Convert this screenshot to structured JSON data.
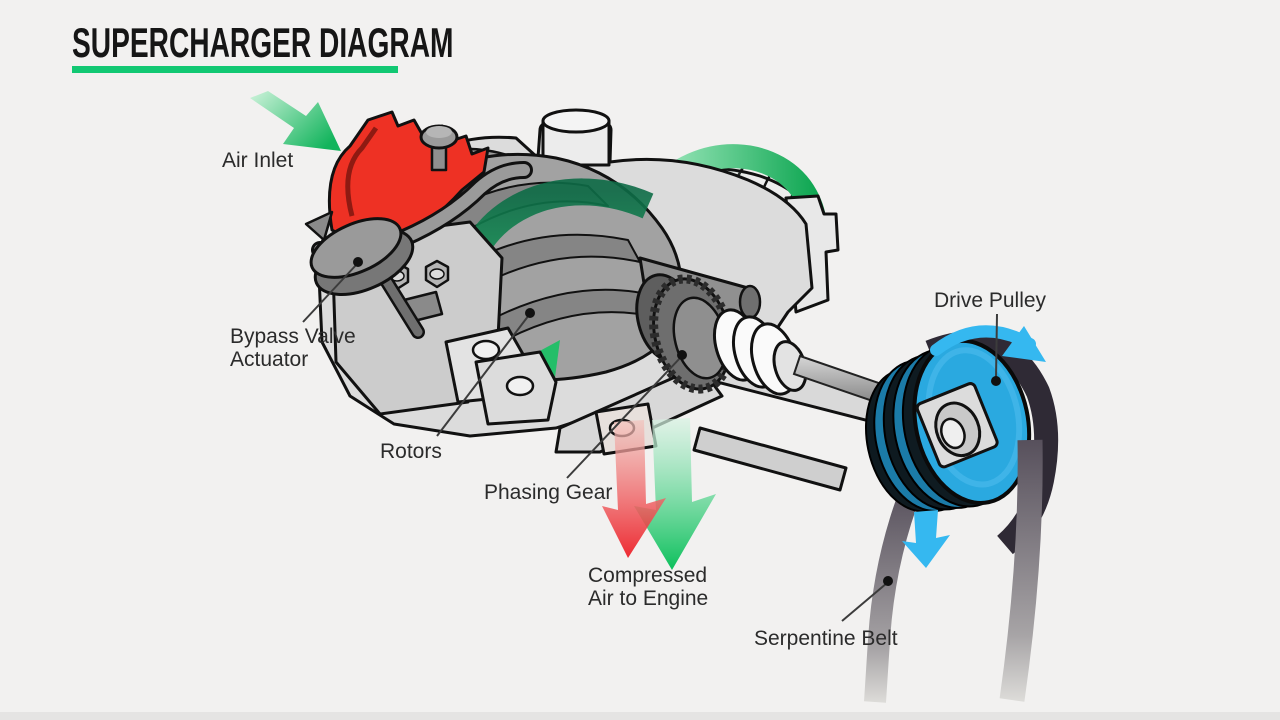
{
  "header": {
    "title": "SUPERCHARGER DIAGRAM"
  },
  "labels": {
    "air_inlet": "Air Inlet",
    "bypass_valve": {
      "line1": "Bypass Valve",
      "line2": "Actuator"
    },
    "rotors": "Rotors",
    "phasing_gear": "Phasing Gear",
    "compressed_air": {
      "line1": "Compressed",
      "line2": "Air to Engine"
    },
    "drive_pulley": "Drive Pulley",
    "serpentine_belt": "Serpentine Belt"
  },
  "colors": {
    "background": "#f2f1f0",
    "title_text": "#161616",
    "title_underline": "#12c873",
    "label_text": "#2b2b2b",
    "airflow_green": "#14b45c",
    "airflow_green_dark": "#0d6b46",
    "compressed_red": "#ed1c24",
    "rotation_blue": "#35b8f0",
    "inlet_red": "#ee3124",
    "pulley_blue": "#2aa9e0",
    "belt_gray": "#57505c",
    "housing_gray": "#dcdcdc",
    "outline_black": "#111111"
  }
}
